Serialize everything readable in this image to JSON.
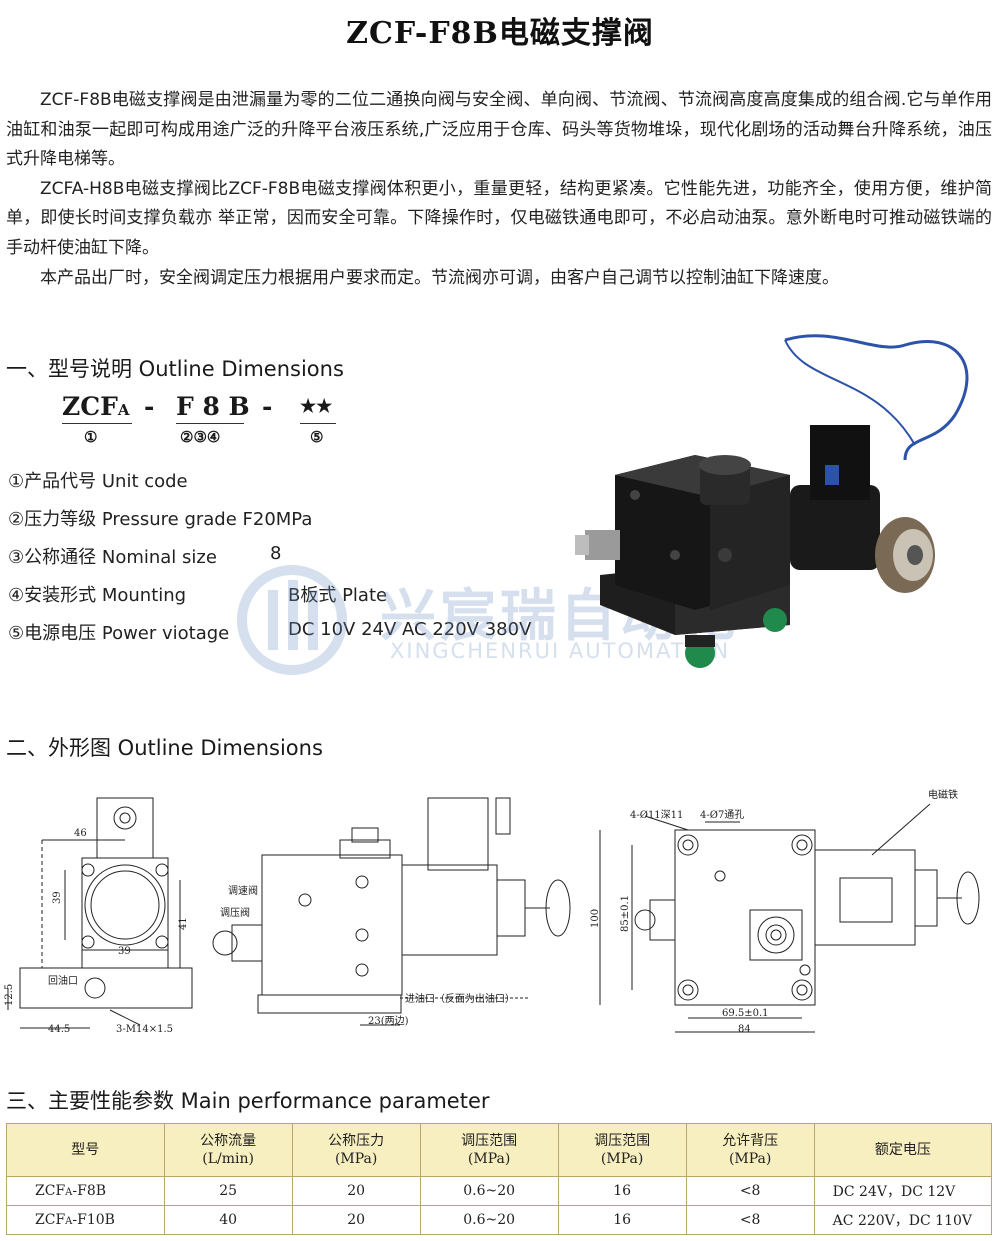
{
  "title": "ZCF-F8B电磁支撑阀",
  "intro": [
    "ZCF-F8B电磁支撑阀是由泄漏量为零的二位二通换向阀与安全阀、单向阀、节流阀、节流阀高度高度集成的组合阀.它与单作用油缸和油泵一起即可构成用途广泛的升降平台液压系统,广泛应用于仓库、码头等货物堆垛，现代化剧场的活动舞台升降系统，油压式升降电梯等。",
    "ZCFA-H8B电磁支撑阀比ZCF-F8B电磁支撑阀体积更小，重量更轻，结构更紧凑。它性能先进，功能齐全，使用方便，维护简单，即使长时间支撑负载亦 举正常，因而安全可靠。下降操作时，仅电磁铁通电即可，不必启动油泵。意外断电时可推动磁铁端的手动杆使油缸下降。",
    "本产品出厂时，安全阀调定压力根据用户要求而定。节流阀亦可调，由客户自己调节以控制油缸下降速度。"
  ],
  "section1": {
    "heading": "一、型号说明 Outline Dimensions",
    "code": {
      "p1": "ZCF",
      "p1sub": "A",
      "dash1": "-",
      "p2": "F 8 B",
      "dash2": "-",
      "p3": "★★",
      "n1": "①",
      "n2": "②③④",
      "n3": "⑤"
    },
    "specs": [
      {
        "label": "①产品代号 Unit code",
        "value": ""
      },
      {
        "label": "②压力等级 Pressure grade  F20MPa",
        "value": ""
      },
      {
        "label": "③公称通径 Nominal size",
        "value": "8"
      },
      {
        "label": "④安装形式 Mounting",
        "value": "B板式   Plate"
      },
      {
        "label": "⑤电源电压  Power viotage",
        "value": "DC 10V  24V  AC 220V  380V"
      }
    ]
  },
  "watermark": {
    "cn": "兴宸瑞自动化",
    "en": "XINGCHENRUI AUTOMATION"
  },
  "section2": {
    "heading": "二、外形图 Outline Dimensions",
    "labels": {
      "d46": "46",
      "d39a": "39",
      "d39b": "39",
      "d41": "41",
      "d12": "12.5",
      "d445": "44.5",
      "thread": "3-M14×1.5",
      "return": "回油口",
      "speed": "调速阀",
      "pressure": "调压阀",
      "d23": "23(两边)",
      "inlet": "进油口（反面为出油口）",
      "hole1": "4-Ø11深11",
      "hole2": "4-Ø7通孔",
      "coil": "电磁铁",
      "d100": "100",
      "d85": "85±0.1",
      "d695": "69.5±0.1",
      "d84": "84"
    }
  },
  "section3": {
    "heading": "三、主要性能参数 Main performance parameter",
    "headers": [
      {
        "l1": "型号",
        "l2": ""
      },
      {
        "l1": "公称流量",
        "l2": "(L/min)"
      },
      {
        "l1": "公称压力",
        "l2": "(MPa)"
      },
      {
        "l1": "调压范围",
        "l2": "(MPa)"
      },
      {
        "l1": "调压范围",
        "l2": "(MPa)"
      },
      {
        "l1": "允许背压",
        "l2": "(MPa)"
      },
      {
        "l1": "额定电压",
        "l2": ""
      }
    ],
    "rows": [
      {
        "model": "ZCF",
        "sub": "A",
        "suffix": "-F8B",
        "flow": "25",
        "press": "20",
        "range": "0.6~20",
        "range2": "16",
        "back": "<8",
        "volt": "DC 24V，DC  12V"
      },
      {
        "model": "ZCF",
        "sub": "A",
        "suffix": "-F10B",
        "flow": "40",
        "press": "20",
        "range": "0.6~20",
        "range2": "16",
        "back": "<8",
        "volt": "AC 220V，DC  110V"
      }
    ]
  }
}
